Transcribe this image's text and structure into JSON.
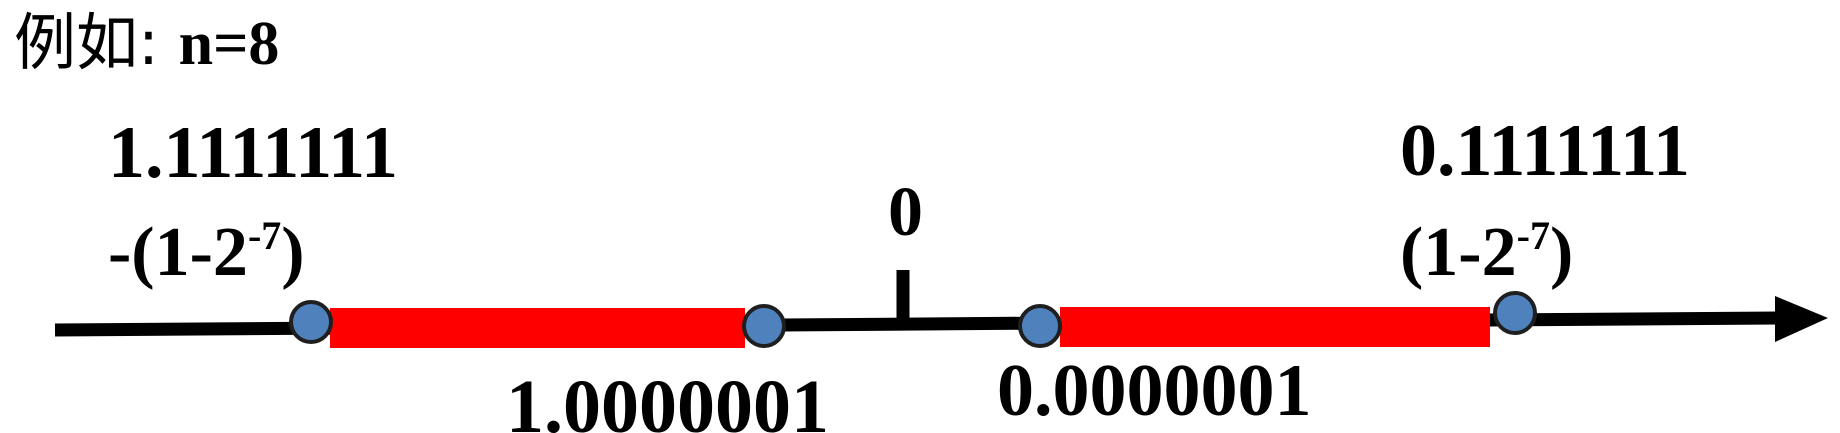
{
  "caption": {
    "prefix": "例如: ",
    "expression": "n=8"
  },
  "labels": {
    "neg_min_binary": "1.1111111",
    "neg_min_expr": "-(1-2",
    "neg_min_exp": "-7",
    "neg_min_close": ")",
    "neg_max_binary": "1.0000001",
    "zero": "0",
    "pos_min_binary": "0.0000001",
    "pos_max_binary": "0.1111111",
    "pos_max_expr": "(1-2",
    "pos_max_exp": "-7",
    "pos_max_close": ")"
  },
  "colors": {
    "axis": "#000000",
    "range": "#ff0000",
    "point_fill": "#4f81bd",
    "point_stroke": "#1f1f1f"
  }
}
